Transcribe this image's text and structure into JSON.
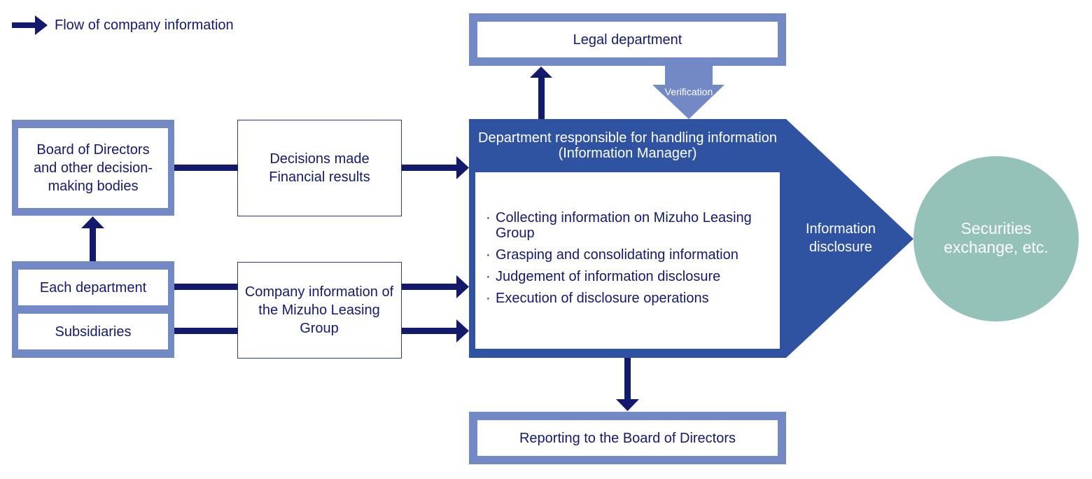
{
  "legend": {
    "label": "Flow of company information"
  },
  "boxes": {
    "legal": "Legal department",
    "verification": "Verification",
    "board": "Board of Directors and other decision-making bodies",
    "decisions": [
      "Decisions made",
      "Financial results"
    ],
    "each_department": "Each department",
    "subsidiaries": "Subsidiaries",
    "company_info": "Company information of the Mizuho Leasing Group",
    "info_manager_title": [
      "Department responsible for handling information",
      "(Information Manager)"
    ],
    "info_disclosure": [
      "Information",
      "disclosure"
    ],
    "securities": [
      "Securities",
      "exchange, etc."
    ],
    "reporting": "Reporting to the Board of Directors"
  },
  "tasks": [
    "Collecting information on Mizuho Leasing Group",
    "Grasping and consolidating information",
    "Judgement of information disclosure",
    "Execution of disclosure operations"
  ],
  "colors": {
    "arrow": "#141a6b",
    "frame": "#7389c6",
    "main_blue": "#2f53a0",
    "circle": "#94c2b9",
    "thin_border": "#2a3a8a"
  }
}
